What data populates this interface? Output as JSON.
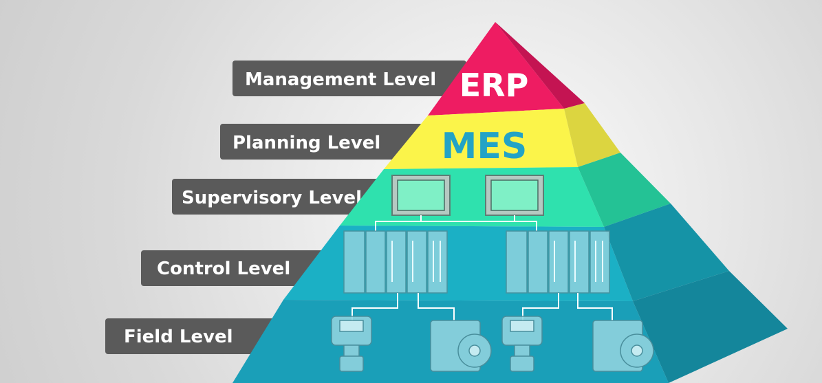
{
  "levels": [
    {
      "label": "Management Level",
      "tier_text": "ERP"
    },
    {
      "label": "Planning Level",
      "tier_text": "MES"
    },
    {
      "label": "Supervisory Level",
      "tier_text": ""
    },
    {
      "label": "Control Level",
      "tier_text": ""
    },
    {
      "label": "Field Level",
      "tier_text": ""
    }
  ],
  "colors": {
    "erp_front": "#ee1c62",
    "erp_side": "#c41452",
    "mes_front": "#fbf44a",
    "mes_side": "#dcd540",
    "mes_text": "#23a3c6",
    "supervisory_front": "#2fe1ae",
    "supervisory_side": "#24c295",
    "control_front": "#1bb0c5",
    "control_side": "#1593a6",
    "field_front": "#1a9fb8",
    "field_side": "#14869b",
    "label_bg": "#5a5a5a",
    "label_text": "#ffffff"
  }
}
